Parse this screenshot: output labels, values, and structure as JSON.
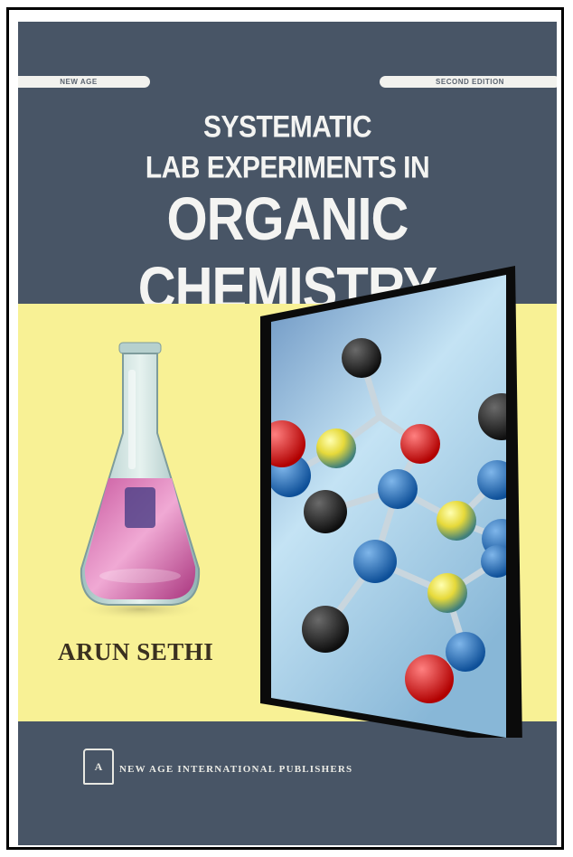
{
  "top_left_badge": "NEW AGE",
  "top_right_badge": "SECOND EDITION",
  "title_line_1": "SYSTEMATIC",
  "title_line_2": "LAB EXPERIMENTS IN",
  "title_line_3": "ORGANIC CHEMISTRY",
  "author": "ARUN SETHI",
  "publisher_logo_letter": "A",
  "publisher": "NEW AGE INTERNATIONAL PUBLISHERS",
  "colors": {
    "cover_background": "#485566",
    "yellow_band": "#f8f195",
    "title_text": "#f4f4f2",
    "author_text": "#3a3020"
  }
}
